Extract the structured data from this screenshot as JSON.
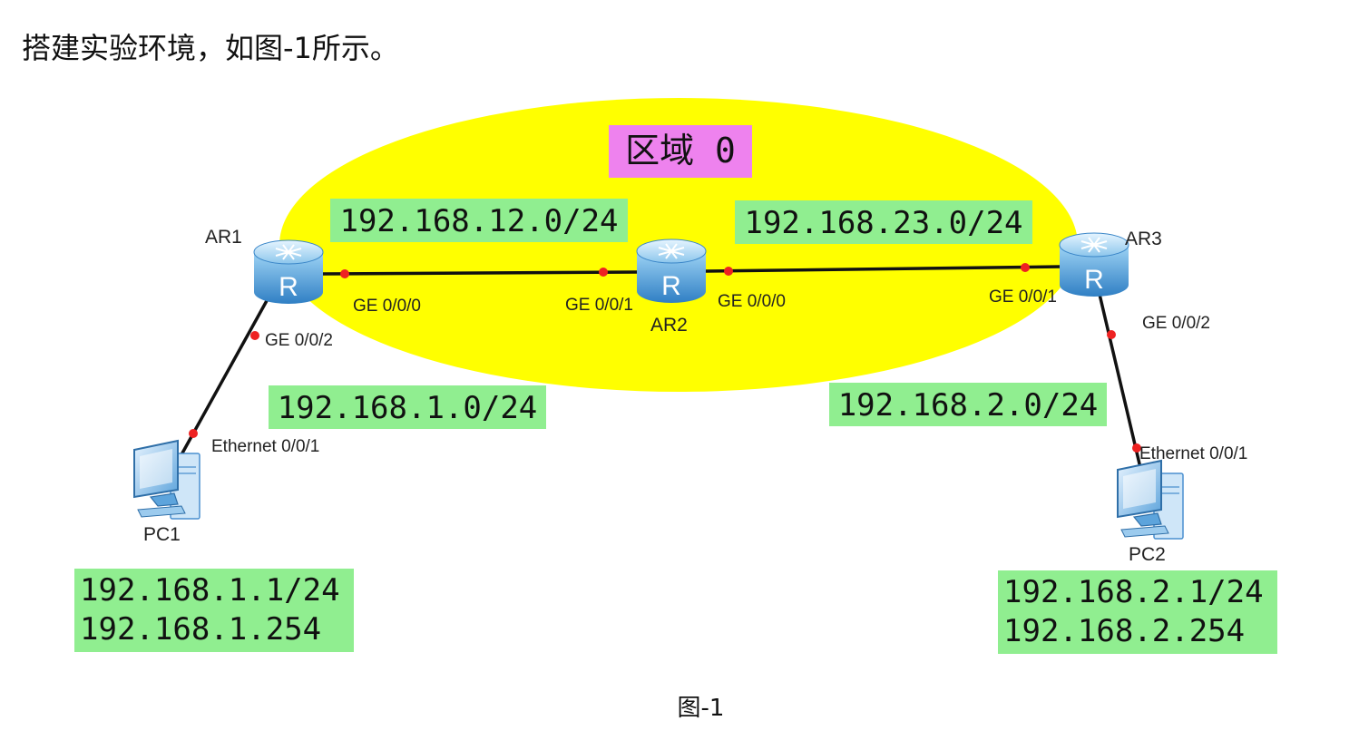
{
  "heading": "搭建实验环境，如图-1所示。",
  "caption": "图-1",
  "area": {
    "label": "区域 0",
    "fill": "#ffff00",
    "label_bg": "#ee82ee"
  },
  "subnet_bg": "#90ee90",
  "link_color": "#111111",
  "port_dot_color": "#ee2222",
  "subnets": {
    "ar1_ar2": "192.168.12.0/24",
    "ar2_ar3": "192.168.23.0/24",
    "lan1": "192.168.1.0/24",
    "lan2": "192.168.2.0/24"
  },
  "routers": {
    "ar1": {
      "name": "AR1",
      "icon": "router-icon",
      "icon_letter": "R"
    },
    "ar2": {
      "name": "AR2",
      "icon": "router-icon",
      "icon_letter": "R"
    },
    "ar3": {
      "name": "AR3",
      "icon": "router-icon",
      "icon_letter": "R"
    }
  },
  "ports": {
    "ar1_g0": "GE 0/0/0",
    "ar1_g2": "GE 0/0/2",
    "ar2_g1": "GE 0/0/1",
    "ar2_g0": "GE 0/0/0",
    "ar3_g1": "GE 0/0/1",
    "ar3_g2": "GE 0/0/2",
    "pc1_eth": "Ethernet 0/0/1",
    "pc2_eth": "Ethernet 0/0/1"
  },
  "pcs": {
    "pc1": {
      "name": "PC1",
      "icon": "pc-icon",
      "ip": "192.168.1.1/24",
      "gateway": "192.168.1.254"
    },
    "pc2": {
      "name": "PC2",
      "icon": "pc-icon",
      "ip": "192.168.2.1/24",
      "gateway": "192.168.2.254"
    }
  }
}
